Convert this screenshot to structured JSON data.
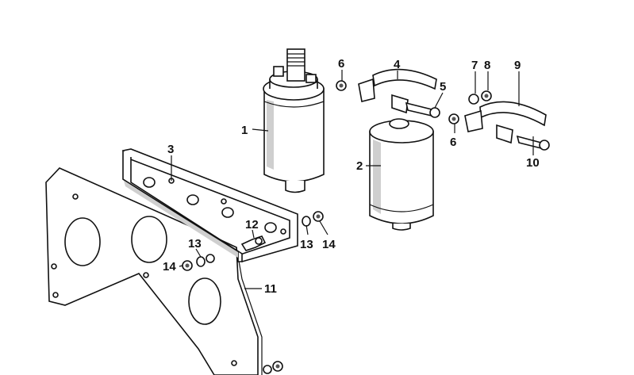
{
  "diagram": {
    "callouts": [
      {
        "id": "1",
        "text": "1"
      },
      {
        "id": "2",
        "text": "2"
      },
      {
        "id": "3",
        "text": "3"
      },
      {
        "id": "4",
        "text": "4"
      },
      {
        "id": "5",
        "text": "5"
      },
      {
        "id": "6a",
        "text": "6"
      },
      {
        "id": "6b",
        "text": "6"
      },
      {
        "id": "7",
        "text": "7"
      },
      {
        "id": "8",
        "text": "8"
      },
      {
        "id": "9",
        "text": "9"
      },
      {
        "id": "10",
        "text": "10"
      },
      {
        "id": "11",
        "text": "11"
      },
      {
        "id": "12",
        "text": "12"
      },
      {
        "id": "13a",
        "text": "13"
      },
      {
        "id": "13b",
        "text": "13"
      },
      {
        "id": "14a",
        "text": "14"
      },
      {
        "id": "14b",
        "text": "14"
      }
    ],
    "colors": {
      "line": "#111111",
      "background": "#ffffff",
      "shade": "#cfcfcf"
    }
  }
}
